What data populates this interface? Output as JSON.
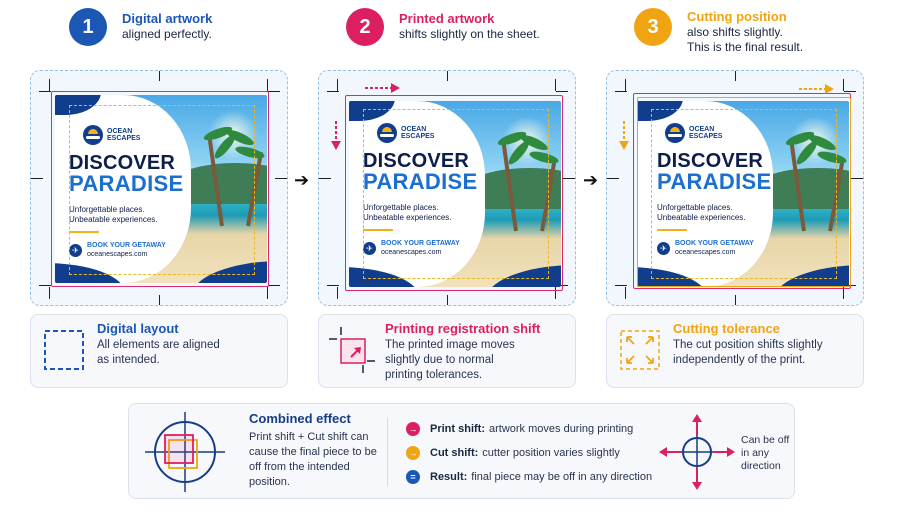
{
  "steps": [
    {
      "num": "1",
      "title": "Digital artwork",
      "desc": "aligned perfectly.",
      "desc2": "",
      "color": "#1c57b5"
    },
    {
      "num": "2",
      "title": "Printed artwork",
      "desc": "shifts slightly on the sheet.",
      "desc2": "",
      "color": "#dc1f63"
    },
    {
      "num": "3",
      "title": "Cutting position",
      "desc": "also shifts slightly.",
      "desc2": "This is the final result.",
      "color": "#f0a412"
    }
  ],
  "artwork": {
    "brand_line1": "OCEAN",
    "brand_line2": "ESCAPES",
    "headline1": "DISCOVER",
    "headline2": "PARADISE",
    "tagline1": "Unforgettable places.",
    "tagline2": "Unbeatable experiences.",
    "cta": "BOOK YOUR GETAWAY",
    "url": "oceanescapes.com"
  },
  "captions": [
    {
      "title": "Digital layout",
      "desc": "All elements are aligned\nas intended.",
      "color": "#1c57b5"
    },
    {
      "title": "Printing registration shift",
      "desc": "The printed image moves\nslightly due to normal\nprinting tolerances.",
      "color": "#dc1f63"
    },
    {
      "title": "Cutting tolerance",
      "desc": "The cut position shifts slightly\nindependently of the print.",
      "color": "#f0a412"
    }
  ],
  "combined": {
    "title": "Combined effect",
    "desc": "Print shift + Cut shift can cause the final piece to be off from the intended position.",
    "bullets": [
      {
        "label": "Print shift:",
        "text": "artwork moves during printing",
        "color": "#dc1f63",
        "glyph": "→"
      },
      {
        "label": "Cut shift:",
        "text": "cutter position varies slightly",
        "color": "#f0a412",
        "glyph": "→"
      },
      {
        "label": "Result:",
        "text": "final piece may be off in any direction",
        "color": "#1c57b5",
        "glyph": "="
      }
    ],
    "direction_note": "Can be off in any direction"
  },
  "colors": {
    "blue": "#1c57b5",
    "magenta": "#dc1f63",
    "amber": "#f0a412",
    "navy": "#103d8c"
  }
}
